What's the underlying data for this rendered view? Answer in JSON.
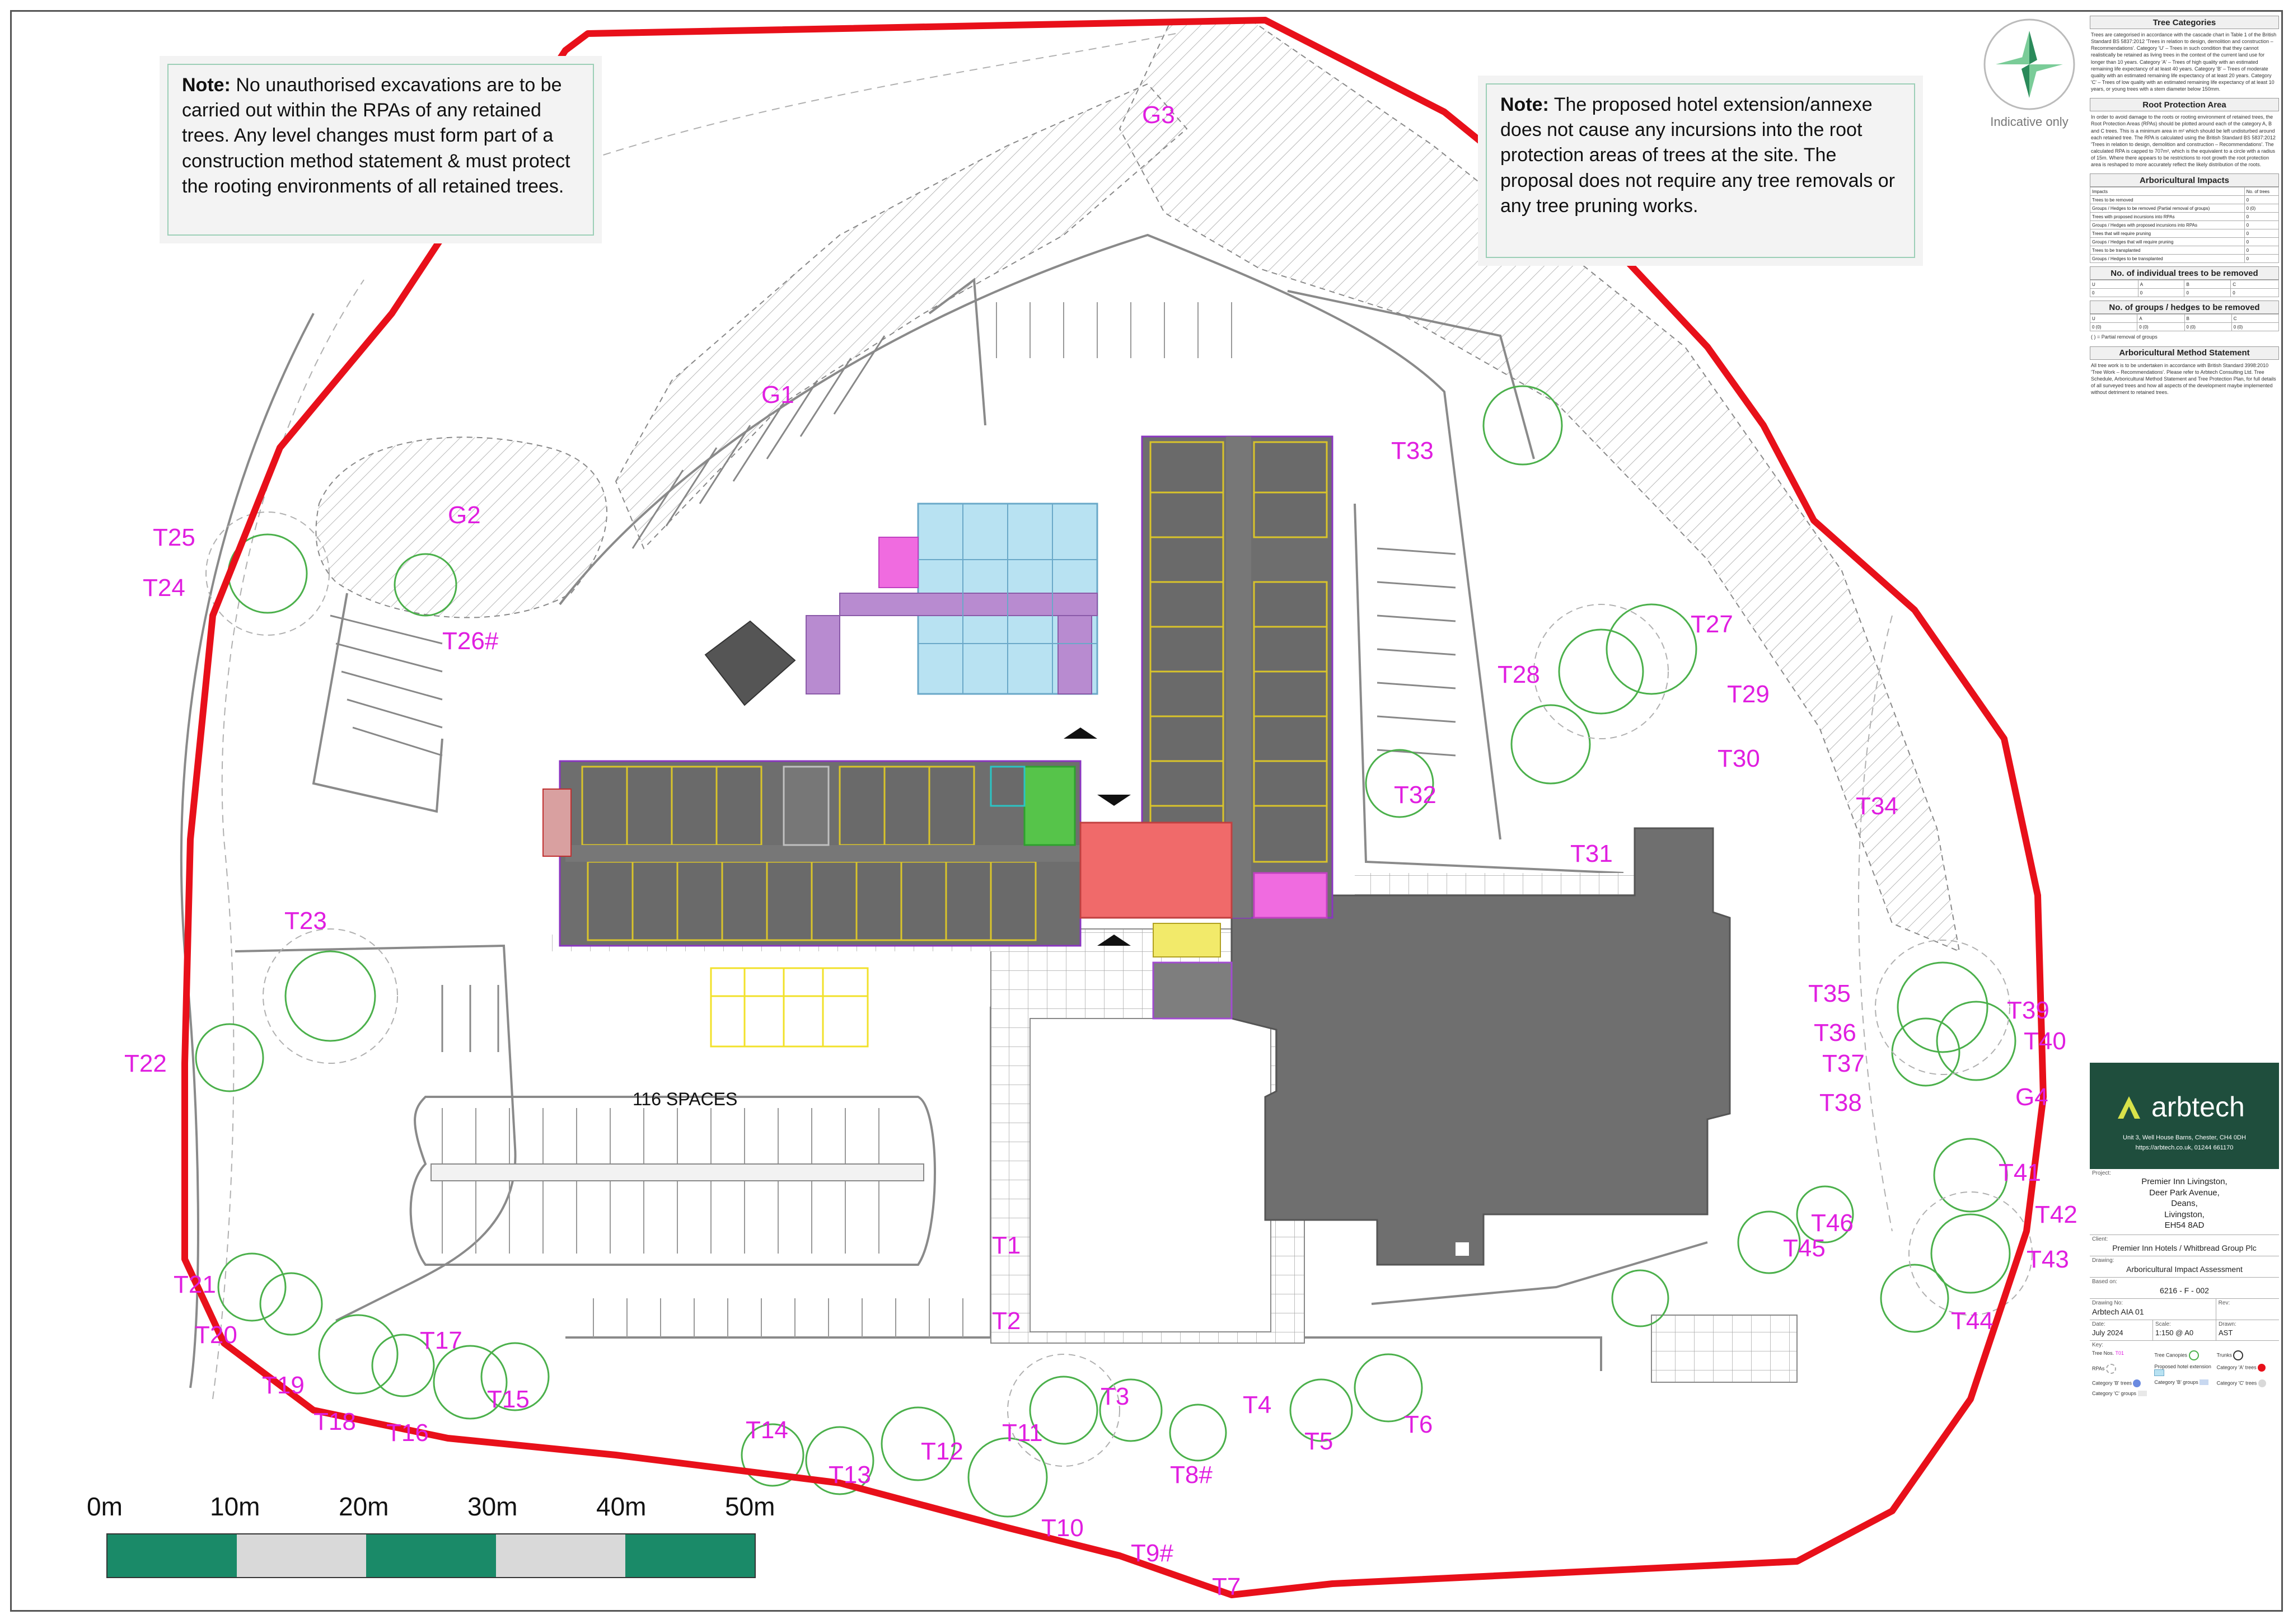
{
  "notes": {
    "left": {
      "label": "Note:",
      "text": "No unauthorised excavations are to be carried out within the RPAs of any retained trees. Any level changes must form part of a construction method statement & must protect the rooting environments of all retained trees."
    },
    "right": {
      "label": "Note:",
      "text": "The proposed hotel extension/annexe does not cause any incursions into the root protection areas of trees at the site. The proposal does not require any tree removals or any tree pruning works."
    }
  },
  "compass": {
    "caption": "Indicative only",
    "icon": "north-arrow-icon"
  },
  "map": {
    "parking_label": "116 SPACES",
    "trees": [
      "T1",
      "T2",
      "T3",
      "T4",
      "T5",
      "T6",
      "T7",
      "T8#",
      "T9#",
      "T10",
      "T11",
      "T12",
      "T13",
      "T14",
      "T15",
      "T16",
      "T17",
      "T18",
      "T19",
      "T20",
      "T21",
      "T22",
      "T23",
      "T24",
      "T25",
      "T26#",
      "T27",
      "T28",
      "T29",
      "T30",
      "T31",
      "T32",
      "T33",
      "T34",
      "T35",
      "T36",
      "T37",
      "T38",
      "T39",
      "T40",
      "T41",
      "T42",
      "T43",
      "T44",
      "T45",
      "T46"
    ],
    "groups": [
      "G1",
      "G2",
      "G3",
      "G4"
    ],
    "colors": {
      "boundary": "#e8101a",
      "tree_label": "#e01ee0",
      "building": "#7a7a7a",
      "canopy": "#3aa63a"
    }
  },
  "scale_bar": {
    "labels": [
      "0m",
      "10m",
      "20m",
      "30m",
      "40m",
      "50m"
    ],
    "colors": [
      "#1a8a68",
      "#d9d9d9"
    ]
  },
  "title_block": {
    "tree_categories": {
      "title": "Tree Categories",
      "text": "Trees are categorised in accordance with the cascade chart in Table 1 of the British Standard BS 5837:2012 'Trees in relation to design, demolition and construction – Recommendations'. Category 'U' – Trees in such condition that they cannot realistically be retained as living trees in the context of the current land use for longer than 10 years. Category 'A' – Trees of high quality with an estimated remaining life expectancy of at least 40 years. Category 'B' – Trees of moderate quality with an estimated remaining life expectancy of at least 20 years. Category 'C' – Trees of low quality with an estimated remaining life expectancy of at least 10 years, or young trees with a stem diameter below 150mm."
    },
    "rpa": {
      "title": "Root Protection Area",
      "text": "In order to avoid damage to the roots or rooting environment of retained trees, the Root Protection Areas (RPAs) should be plotted around each of the category A, B and C trees. This is a minimum area in m² which should be left undisturbed around each retained tree. The RPA is calculated using the British Standard BS 5837:2012 'Trees in relation to design, demolition and construction – Recommendations'. The calculated RPA is capped to 707m², which is the equivalent to a circle with a radius of 15m. Where there appears to be restrictions to root growth the root protection area is reshaped to more accurately reflect the likely distribution of the roots."
    },
    "impacts": {
      "title": "Arboricultural Impacts",
      "header": [
        "Impacts",
        "No. of trees"
      ],
      "rows": [
        [
          "Trees to be removed",
          "0"
        ],
        [
          "Groups / Hedges to be removed (Partial removal of groups)",
          "0 (0)"
        ],
        [
          "Trees with proposed incursions into RPAs",
          "0"
        ],
        [
          "Groups / Hedges with proposed incursions into RPAs",
          "0"
        ],
        [
          "Trees that will require pruning",
          "0"
        ],
        [
          "Groups / Hedges that will require pruning",
          "0"
        ],
        [
          "Trees to be transplanted",
          "0"
        ],
        [
          "Groups / Hedges to be transplanted",
          "0"
        ]
      ]
    },
    "individual_removed": {
      "title": "No. of individual trees to be removed",
      "cats": [
        "U",
        "A",
        "B",
        "C"
      ],
      "vals": [
        "0",
        "0",
        "0",
        "0"
      ]
    },
    "groups_removed": {
      "title": "No. of groups / hedges to be removed",
      "cats": [
        "U",
        "A",
        "B",
        "C"
      ],
      "vals": [
        "0 (0)",
        "0 (0)",
        "0 (0)",
        "0 (0)"
      ],
      "footnote": "( ) = Partial removal of groups"
    },
    "method": {
      "title": "Arboricultural Method Statement",
      "text": "All tree work is to be undertaken in accordance with British Standard 3998:2010 'Tree Work – Recommendations'. Please refer to Arbtech Consulting Ltd. Tree Schedule, Arboricultural Method Statement and Tree Protection Plan, for full details of all surveyed trees and how all aspects of the development maybe implemented without detriment to retained trees."
    },
    "logo_text": "arbtech",
    "address": "Unit 3, Well House Barns, Chester, CH4 0DH",
    "contact": "https://arbtech.co.uk, 01244 661170",
    "project_label": "Project:",
    "project": [
      "Premier Inn Livingston,",
      "Deer Park Avenue,",
      "Deans,",
      "Livingston,",
      "EH54 8AD"
    ],
    "client_label": "Client:",
    "client": "Premier Inn Hotels / Whitbread Group Plc",
    "drawing_label": "Drawing:",
    "drawing": "Arboricultural Impact Assessment",
    "based_on_label": "Based on:",
    "based_on": "6216 - F - 002",
    "drawing_no_label": "Drawing No:",
    "drawing_no": "Arbtech AIA 01",
    "rev_label": "Rev:",
    "date_label": "Date:",
    "date": "July 2024",
    "scale_label": "Scale:",
    "scale": "1:150 @ A0",
    "drawn_label": "Drawn:",
    "drawn": "AST",
    "key_label": "Key:",
    "key_items": [
      "Tree Nos.",
      "Tree Canopies",
      "Trunks",
      "RPAs",
      "Proposed hotel extension",
      "Category 'A' trees",
      "Category 'B' trees",
      "Category 'B' groups",
      "Category 'C' trees",
      "Category 'C' groups"
    ],
    "key_tree_no": "T01"
  }
}
